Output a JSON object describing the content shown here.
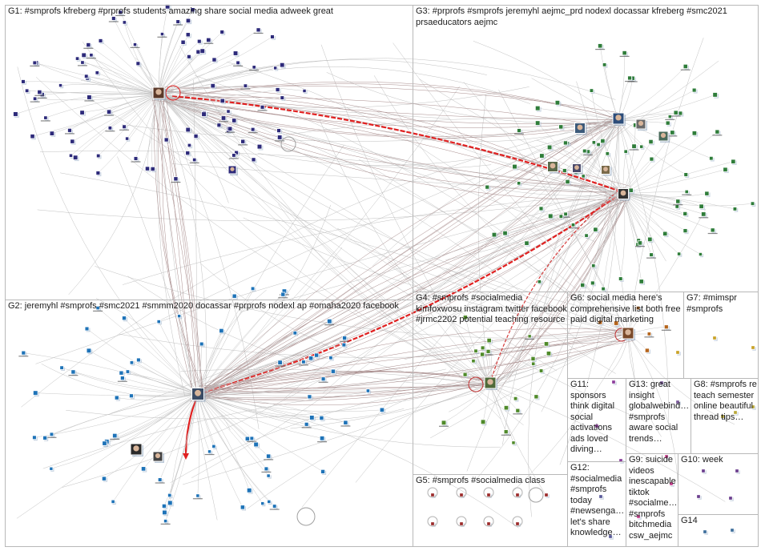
{
  "graph": {
    "groups": [
      {
        "id": "G1",
        "label": "G1: #smprofs kfreberg #prprofs students amazing share social media adweek great",
        "hub_label": "kfreberg",
        "color": "#2d2a7a"
      },
      {
        "id": "G2",
        "label": "G2: jeremyhl #smprofs #smc2021 #smmm2020 docassar #prprofs nodexl ap #omaha2020 facebook",
        "hub_label": "jeremyhl",
        "color": "#1e73b8"
      },
      {
        "id": "G3",
        "label": "G3: #prprofs #smprofs jeremyhl aejmc_prd nodexl docassar kfreberg #smc2021 prsaeducators aejmc",
        "hub_label": "docassar",
        "color": "#2f7d3a"
      },
      {
        "id": "G4",
        "label": "G4: #smprofs #socialmedia kimfoxwosu instagram twitter facebook #jrmc2202 potential teaching resource",
        "hub_label": "kimfoxwosu",
        "color": "#4f8a2a"
      },
      {
        "id": "G5",
        "label": "G5: #smprofs #socialmedia class",
        "color": "#9c2b2b"
      },
      {
        "id": "G6",
        "label": "G6: social media here's comprehensive list both free paid digital marketing",
        "color": "#b5651d"
      },
      {
        "id": "G7",
        "label": "G7: #mimspr #smprofs",
        "color": "#c9a227"
      },
      {
        "id": "G8",
        "label": "G8: #smprofs re teach semester online beautiful thread tips…",
        "color": "#b9a83a"
      },
      {
        "id": "G9",
        "label": "G9: suicide videos inescapable tiktok #socialme… #smprofs bitchmedia csw_aejmc",
        "color": "#c83e8e"
      },
      {
        "id": "G10",
        "label": "G10: week",
        "color": "#6b3e8e"
      },
      {
        "id": "G11",
        "label": "G11: sponsors think digital social activations ads loved diving…",
        "color": "#8e3e9c"
      },
      {
        "id": "G12",
        "label": "G12: #socialmedia #smprofs today #newsenga… let's share knowledge…",
        "color": "#5a5a9a"
      },
      {
        "id": "G13",
        "label": "G13: great insight globalwebind… #smprofs aware social trends…",
        "color": "#7a5a9a"
      },
      {
        "id": "G14",
        "label": "G14",
        "color": "#3e6e9c"
      }
    ]
  }
}
